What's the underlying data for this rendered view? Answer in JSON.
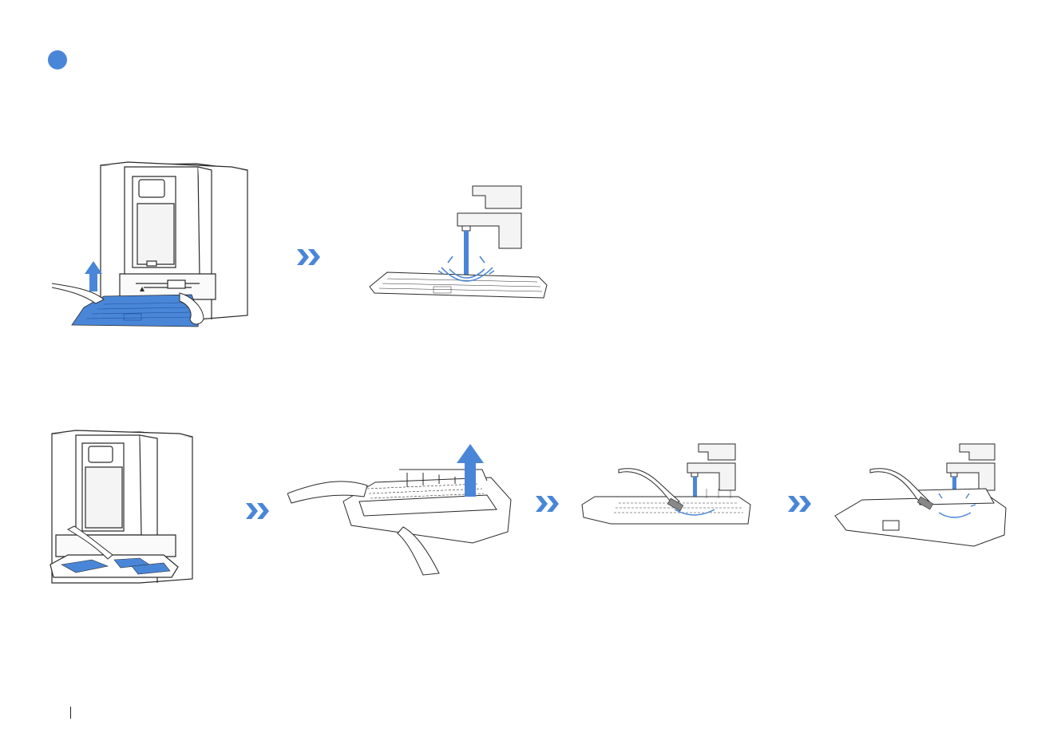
{
  "colors": {
    "accent": "#4a86d8",
    "line": "#2a2a2a",
    "fill": "#f2f2f2"
  },
  "icons": {
    "step_marker": "circle-marker",
    "next": "double-chevron-right-icon"
  },
  "steps": [
    {
      "illustrations": [
        "remove-water-tray",
        "rinse-water-tray"
      ]
    },
    {
      "illustrations": [
        "open-base-tray",
        "lift-tray-out",
        "rinse-tray-with-brush",
        "brush-tray-under-tap"
      ]
    }
  ]
}
